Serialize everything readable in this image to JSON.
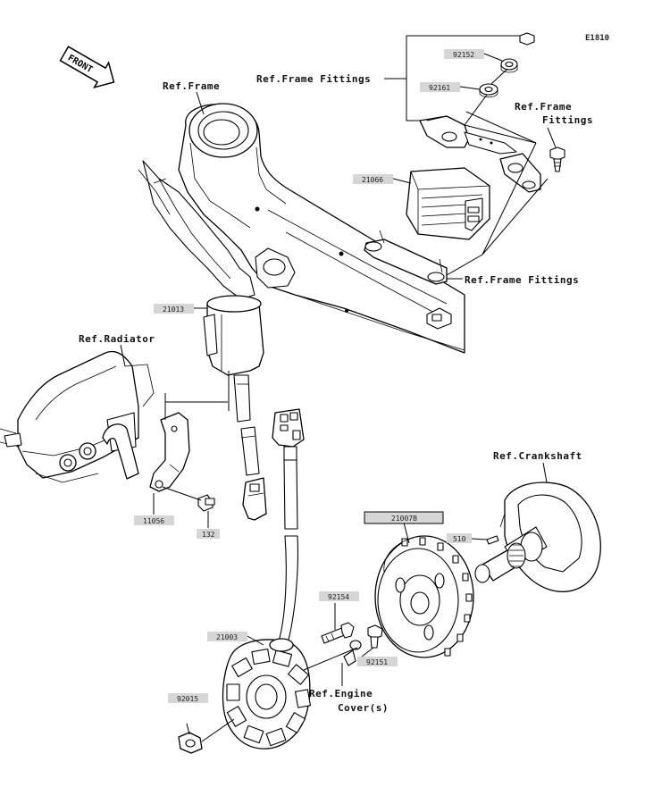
{
  "diagram_code": "E1810",
  "front_label": "FRONT",
  "refs": {
    "frame": "Ref.Frame",
    "frame_fittings_top": "Ref.Frame Fittings",
    "frame_fittings_right_1": "Ref.Frame",
    "frame_fittings_right_2": "Fittings",
    "frame_fittings_bottom": "Ref.Frame Fittings",
    "radiator": "Ref.Radiator",
    "crankshaft": "Ref.Crankshaft",
    "engine_cover_1": "Ref.Engine",
    "engine_cover_2": "Cover(s)"
  },
  "parts": {
    "p92152": "92152",
    "p92161": "92161",
    "p21066": "21066",
    "p21013": "21013",
    "p11056": "11056",
    "p132": "132",
    "p21007B": "21007B",
    "p510": "510",
    "p92154": "92154",
    "p21003": "21003",
    "p92151": "92151",
    "p92015": "92015"
  }
}
